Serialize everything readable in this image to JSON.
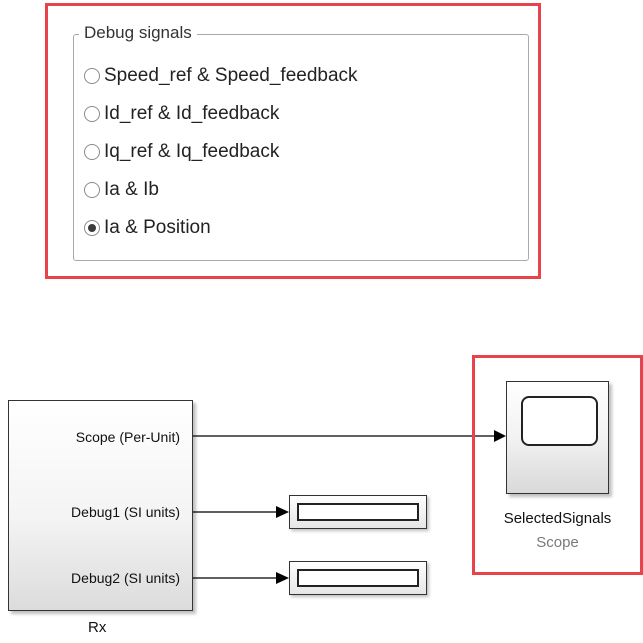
{
  "debug_panel": {
    "title": "Debug signals",
    "options": [
      {
        "label": "Speed_ref & Speed_feedback",
        "selected": false
      },
      {
        "label": "Id_ref & Id_feedback",
        "selected": false
      },
      {
        "label": "Iq_ref & Iq_feedback",
        "selected": false
      },
      {
        "label": "Ia & Ib",
        "selected": false
      },
      {
        "label": "Ia & Position",
        "selected": true
      }
    ]
  },
  "rx_block": {
    "name": "Rx",
    "ports": [
      "Scope (Per-Unit)",
      "Debug1 (SI units)",
      "Debug2 (SI units)"
    ]
  },
  "scope_block": {
    "name": "SelectedSignals",
    "type": "Scope"
  },
  "colors": {
    "highlight": "#e8434b",
    "wire": "#000000"
  }
}
